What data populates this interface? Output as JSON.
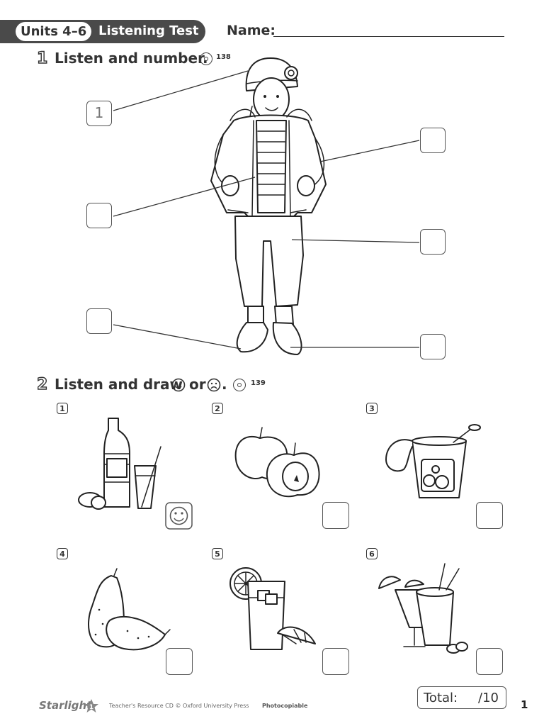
{
  "header": {
    "unit": "Units 4–6",
    "test_title": "Listening Test",
    "name_label": "Name:"
  },
  "exercise1": {
    "number": "1",
    "title": "Listen and number.",
    "track": "138",
    "example_answer": "1"
  },
  "exercise2": {
    "number": "2",
    "title_before": "Listen and draw",
    "title_or": "or",
    "title_end": ".",
    "happy_face_icon": "smiley-icon",
    "sad_face_icon": "sad-face-icon",
    "track": "139",
    "items": [
      {
        "label": "1",
        "picture": "lemonade-bottle-and-glass"
      },
      {
        "label": "2",
        "picture": "apples"
      },
      {
        "label": "3",
        "picture": "yogurt-cup"
      },
      {
        "label": "4",
        "picture": "pears"
      },
      {
        "label": "5",
        "picture": "orange-juice-glass"
      },
      {
        "label": "6",
        "picture": "fruit-smoothies"
      }
    ],
    "example_answer_icon": "smiley-icon"
  },
  "footer": {
    "total_label": "Total:",
    "total_max": "/10",
    "brand": "Starlight",
    "level": "1",
    "cd_credit": "Teacher's Resource CD © Oxford University Press",
    "photocopiable": "Photocopiable",
    "page_number": "1"
  }
}
